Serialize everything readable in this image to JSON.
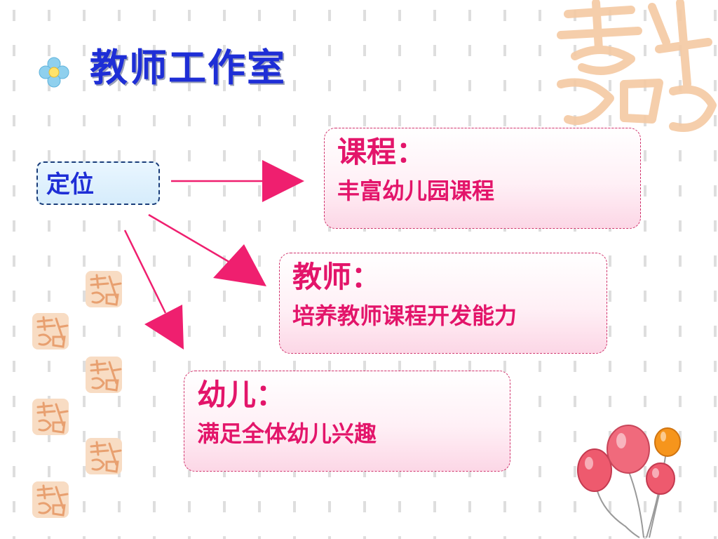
{
  "page": {
    "title": "教师工作室"
  },
  "positioning": {
    "label": "定位"
  },
  "cards": [
    {
      "heading": "课程：",
      "detail": "丰富幼儿园课程"
    },
    {
      "heading": "教师：",
      "detail": "培养教师课程开发能力"
    },
    {
      "heading": "幼儿：",
      "detail": "满足全体幼儿兴趣"
    }
  ],
  "colors": {
    "title": "#1e2ed6",
    "accent": "#e3156a",
    "arrow": "#ef1f6f",
    "dots": "#d9d9d9",
    "seal": "#f3c29a"
  },
  "icons": [
    "flower-bullet-icon",
    "auspicious-seal-icon",
    "balloons-icon"
  ]
}
